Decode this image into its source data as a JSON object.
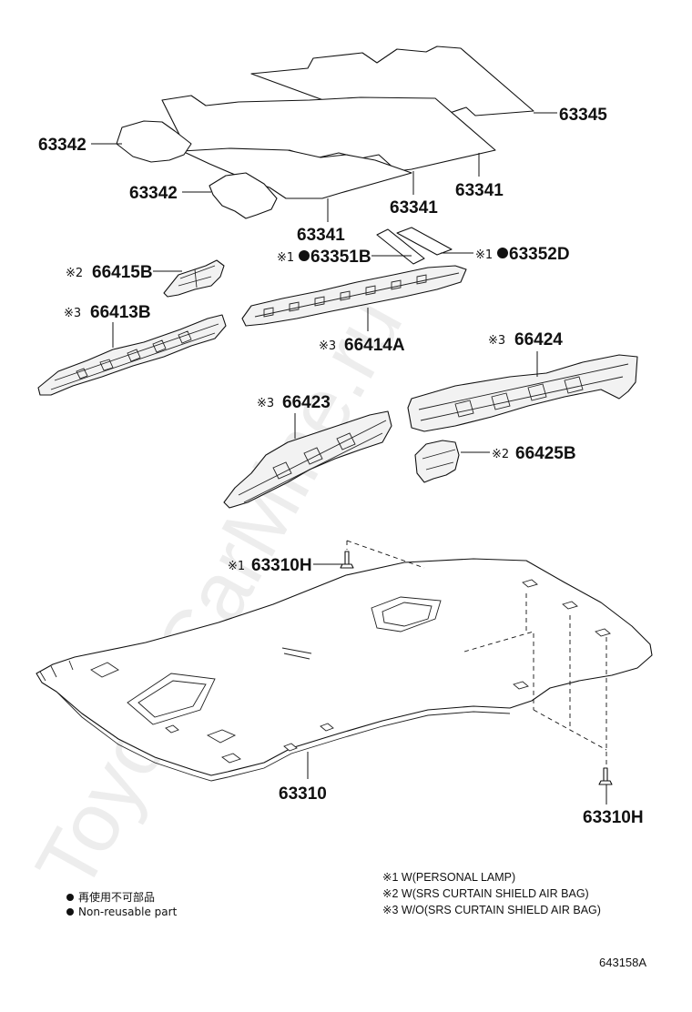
{
  "watermark": "ToyotaCarMine.ru",
  "callouts": {
    "c63345": {
      "prefix": "",
      "dot": false,
      "number": "63345"
    },
    "c63342a": {
      "prefix": "",
      "dot": false,
      "number": "63342"
    },
    "c63342b": {
      "prefix": "",
      "dot": false,
      "number": "63342"
    },
    "c63341a": {
      "prefix": "",
      "dot": false,
      "number": "63341"
    },
    "c63341b": {
      "prefix": "",
      "dot": false,
      "number": "63341"
    },
    "c63341c": {
      "prefix": "",
      "dot": false,
      "number": "63341"
    },
    "c63351B": {
      "prefix": "※1",
      "dot": true,
      "number": "63351B"
    },
    "c63352D": {
      "prefix": "※1",
      "dot": true,
      "number": "63352D"
    },
    "c66415B": {
      "prefix": "※2",
      "dot": false,
      "number": "66415B"
    },
    "c66413B": {
      "prefix": "※3",
      "dot": false,
      "number": "66413B"
    },
    "c66414A": {
      "prefix": "※3",
      "dot": false,
      "number": "66414A"
    },
    "c66424": {
      "prefix": "※3",
      "dot": false,
      "number": "66424"
    },
    "c66423": {
      "prefix": "※3",
      "dot": false,
      "number": "66423"
    },
    "c66425B": {
      "prefix": "※2",
      "dot": false,
      "number": "66425B"
    },
    "c63310Ha": {
      "prefix": "※1",
      "dot": false,
      "number": "63310H"
    },
    "c63310": {
      "prefix": "",
      "dot": false,
      "number": "63310"
    },
    "c63310Hb": {
      "prefix": "",
      "dot": false,
      "number": "63310H"
    }
  },
  "legend": {
    "non_reusable_cn": "再使用不可部品",
    "non_reusable_en": "Non-reusable part"
  },
  "notes": {
    "n1": "※1 W(PERSONAL LAMP)",
    "n2": "※2 W(SRS  CURTAIN SHIELD AIR BAG)",
    "n3": "※3 W/O(SRS CURTAIN SHIELD AIR BAG)"
  },
  "diagram_code": "643158A"
}
